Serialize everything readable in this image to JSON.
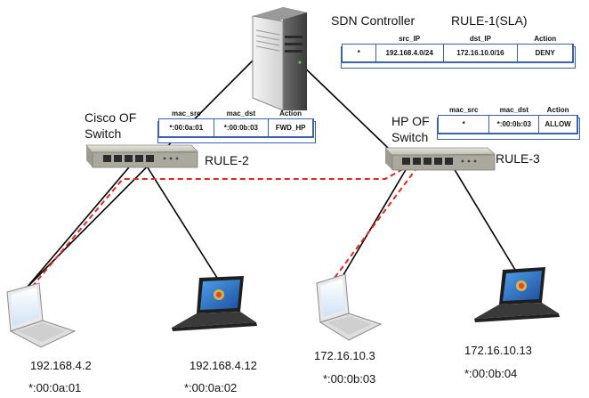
{
  "controller": {
    "label": "SDN Controller"
  },
  "rules": {
    "rule1": {
      "title": "RULE-1(SLA)",
      "headers": [
        "",
        "src_IP",
        "dst_IP",
        "Action"
      ],
      "row": [
        "*",
        "192.168.4.0/24",
        "172.16.10.0/16",
        "DENY"
      ]
    },
    "rule2": {
      "title": "RULE-2",
      "headers": [
        "mac_src",
        "mac_dst",
        "Action"
      ],
      "row": [
        "*:00:0a:01",
        "*:00:0b:03",
        "FWD_HP"
      ]
    },
    "rule3": {
      "title": "RULE-3",
      "headers": [
        "mac_src",
        "mac_dst",
        "Action"
      ],
      "row": [
        "*",
        "*:00:0b:03",
        "ALLOW"
      ]
    }
  },
  "switches": {
    "cisco": {
      "label_line1": "Cisco OF",
      "label_line2": "Switch"
    },
    "hp": {
      "label_line1": "HP OF",
      "label_line2": "Switch"
    }
  },
  "hosts": [
    {
      "ip": "192.168.4.2",
      "mac": "*:00:0a:01"
    },
    {
      "ip": "192.168.4.12",
      "mac": "*:00:0a:02"
    },
    {
      "ip": "172.16.10.3",
      "mac": "*:00:0b:03"
    },
    {
      "ip": "172.16.10.13",
      "mac": "*:00:0b:04"
    }
  ],
  "colors": {
    "table_border": "#3b62b0",
    "flow_path": "#e3261f",
    "link": "#000000",
    "screen_blue": "#2c6fc4"
  }
}
